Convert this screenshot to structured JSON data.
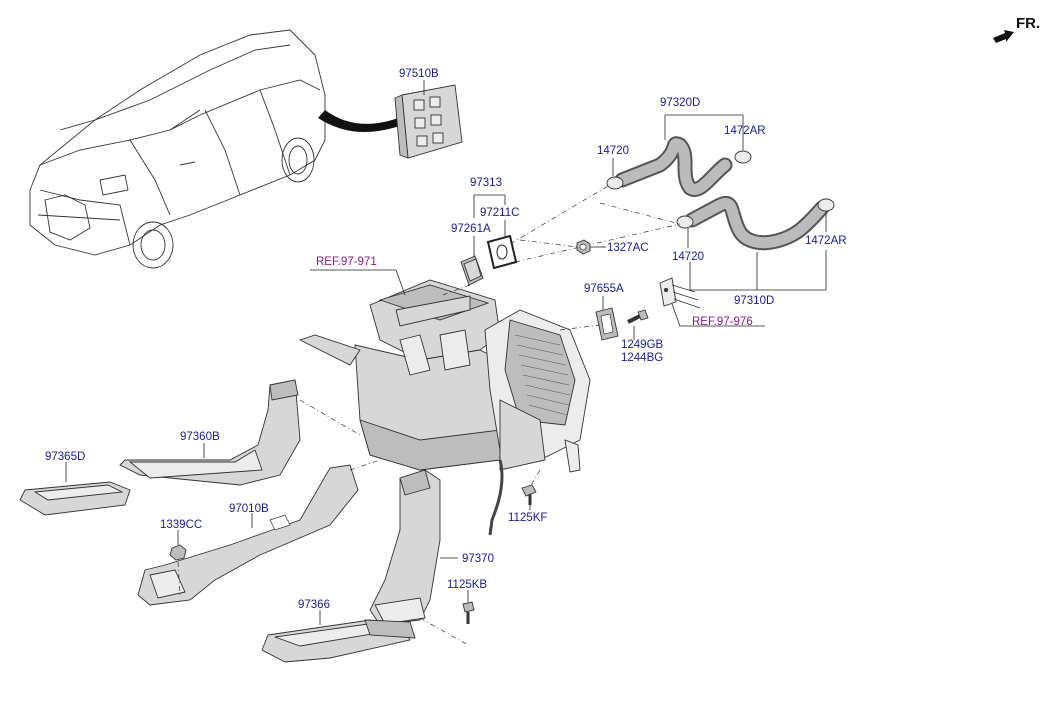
{
  "orientation": {
    "label": "FR."
  },
  "labels": {
    "p97510B": "97510B",
    "p97320D": "97320D",
    "p14720a": "14720",
    "p1472ARa": "1472AR",
    "p97313": "97313",
    "p97211C": "97211C",
    "p97261A": "97261A",
    "p1327AC": "1327AC",
    "p14720b": "14720",
    "p1472ARb": "1472AR",
    "p97310D": "97310D",
    "p97655A": "97655A",
    "p1249GB": "1249GB",
    "p1244BG": "1244BG",
    "p97360B": "97360B",
    "p97365D": "97365D",
    "p97010B": "97010B",
    "p1339CC": "1339CC",
    "p1125KF": "1125KF",
    "p97370": "97370",
    "p1125KB": "1125KB",
    "p97366": "97366"
  },
  "references": {
    "ref971": "REF.97-971",
    "ref976": "REF.97-976"
  }
}
